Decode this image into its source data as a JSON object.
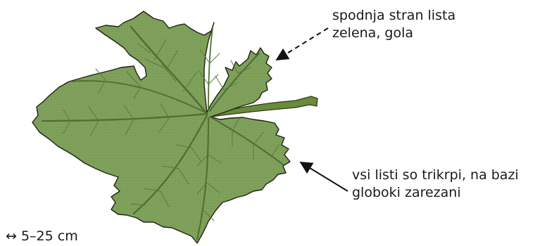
{
  "annotations": {
    "underside": {
      "line1": "spodnja stran lista",
      "line2": "zelena, gola"
    },
    "leaves": {
      "line1": "vsi listi so trikrpi, na bazi",
      "line2": "globoki zarezani"
    },
    "size": "↔ 5–25 cm"
  },
  "colors": {
    "leaf_fill": "#7ea05a",
    "leaf_outline": "#1c2410",
    "vein": "#4f6d32",
    "petiole": "#6a8a3c",
    "text": "#1a1a1a",
    "arrow": "#111111"
  }
}
